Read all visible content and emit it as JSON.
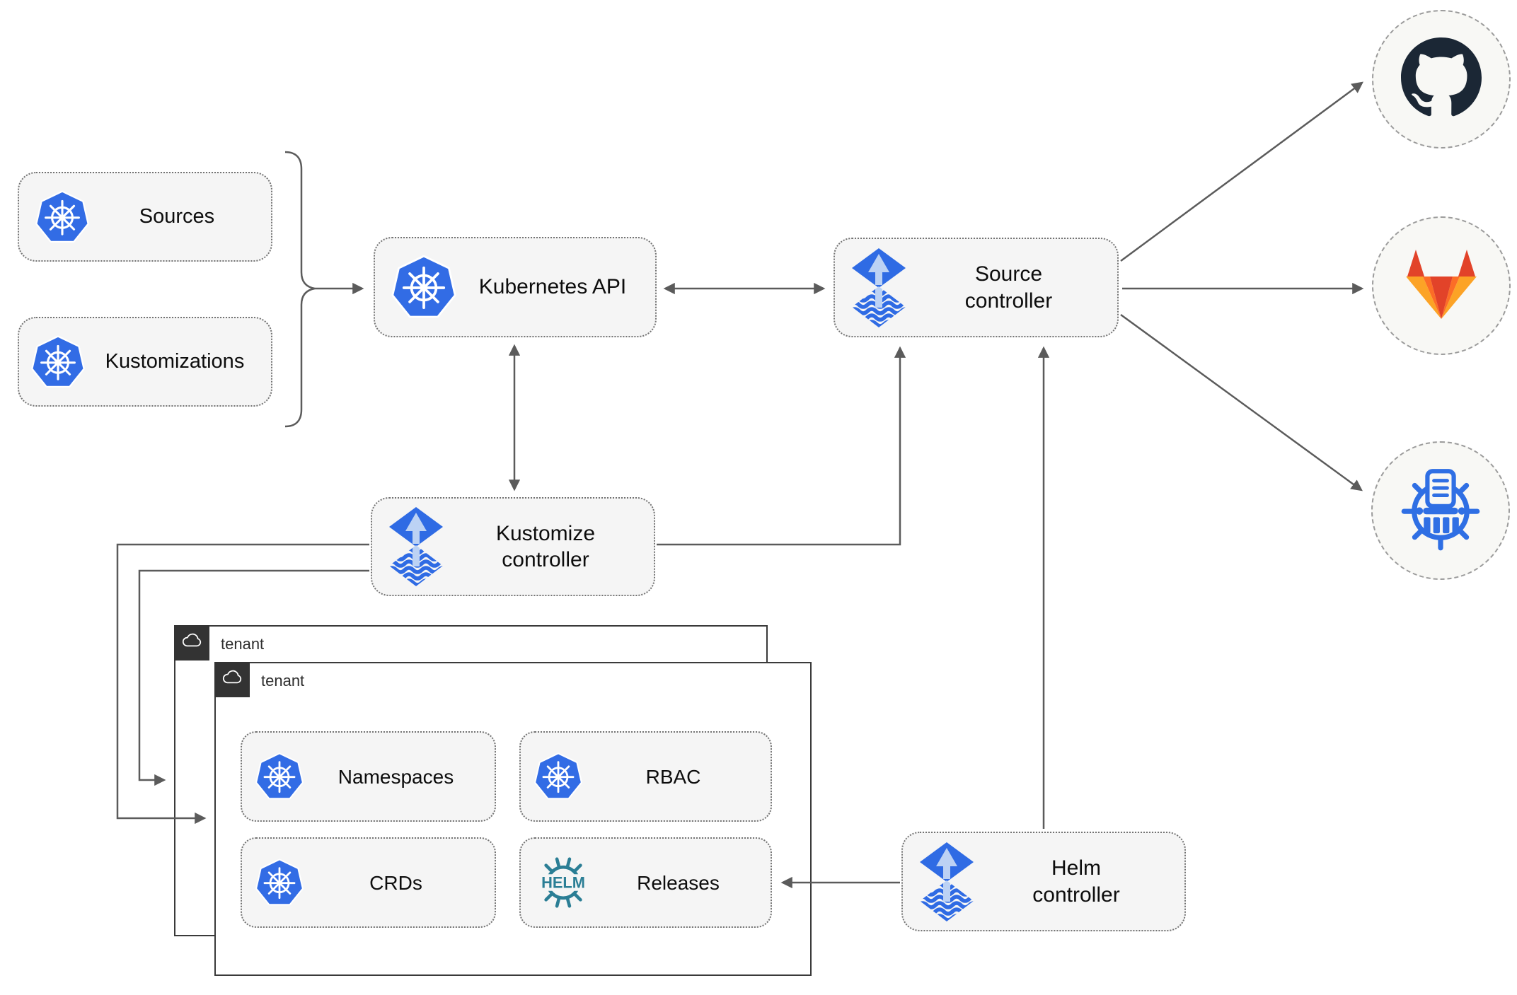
{
  "diagram": {
    "nodes": {
      "sources": {
        "label": "Sources"
      },
      "kustomizations": {
        "label": "Kustomizations"
      },
      "kubernetes_api": {
        "label": "Kubernetes API"
      },
      "source_controller": {
        "label": "Source controller"
      },
      "kustomize_controller": {
        "label": "Kustomize controller"
      },
      "helm_controller": {
        "label": "Helm controller"
      },
      "namespaces": {
        "label": "Namespaces"
      },
      "rbac": {
        "label": "RBAC"
      },
      "crds": {
        "label": "CRDs"
      },
      "releases": {
        "label": "Releases"
      }
    },
    "groups": {
      "outer_tenant": {
        "label": "tenant"
      },
      "inner_tenant": {
        "label": "tenant"
      }
    },
    "icons": {
      "helm_badge_text": "HELM",
      "kubernetes": "kubernetes-wheel",
      "flux": "flux-arrow-diamond",
      "cloud": "cloud-outline",
      "github": "github-octocat",
      "gitlab": "gitlab-tanuki",
      "chart_repository": "chart-museum-wheel"
    },
    "edges": [
      {
        "from": "sources+kustomizations",
        "to": "kubernetes_api",
        "style": "arrow"
      },
      {
        "from": "kubernetes_api",
        "to": "source_controller",
        "style": "double-arrow"
      },
      {
        "from": "kubernetes_api",
        "to": "kustomize_controller",
        "style": "double-arrow"
      },
      {
        "from": "kustomize_controller",
        "to": "source_controller",
        "style": "arrow"
      },
      {
        "from": "kustomize_controller",
        "to": "inner_tenant",
        "style": "arrow"
      },
      {
        "from": "kustomize_controller",
        "to": "outer_tenant",
        "style": "arrow"
      },
      {
        "from": "helm_controller",
        "to": "source_controller",
        "style": "arrow"
      },
      {
        "from": "helm_controller",
        "to": "releases",
        "style": "arrow"
      },
      {
        "from": "source_controller",
        "to": "github",
        "style": "arrow"
      },
      {
        "from": "source_controller",
        "to": "gitlab",
        "style": "arrow"
      },
      {
        "from": "source_controller",
        "to": "chart_repository",
        "style": "arrow"
      }
    ],
    "colors": {
      "kubernetes_blue": "#326ce5",
      "flux_blue": "#2f6be4",
      "flux_light": "#bcd2f4",
      "helm_teal": "#2b7e95",
      "github_dark": "#1b2735",
      "gitlab_red": "#e24329",
      "gitlab_orange": "#fc6d26",
      "gitlab_yellow": "#fca326",
      "chart_repo_blue": "#2f6fe4",
      "line_gray": "#5b5b5b",
      "node_fill": "#f5f5f5",
      "tenant_dark": "#333333"
    }
  }
}
